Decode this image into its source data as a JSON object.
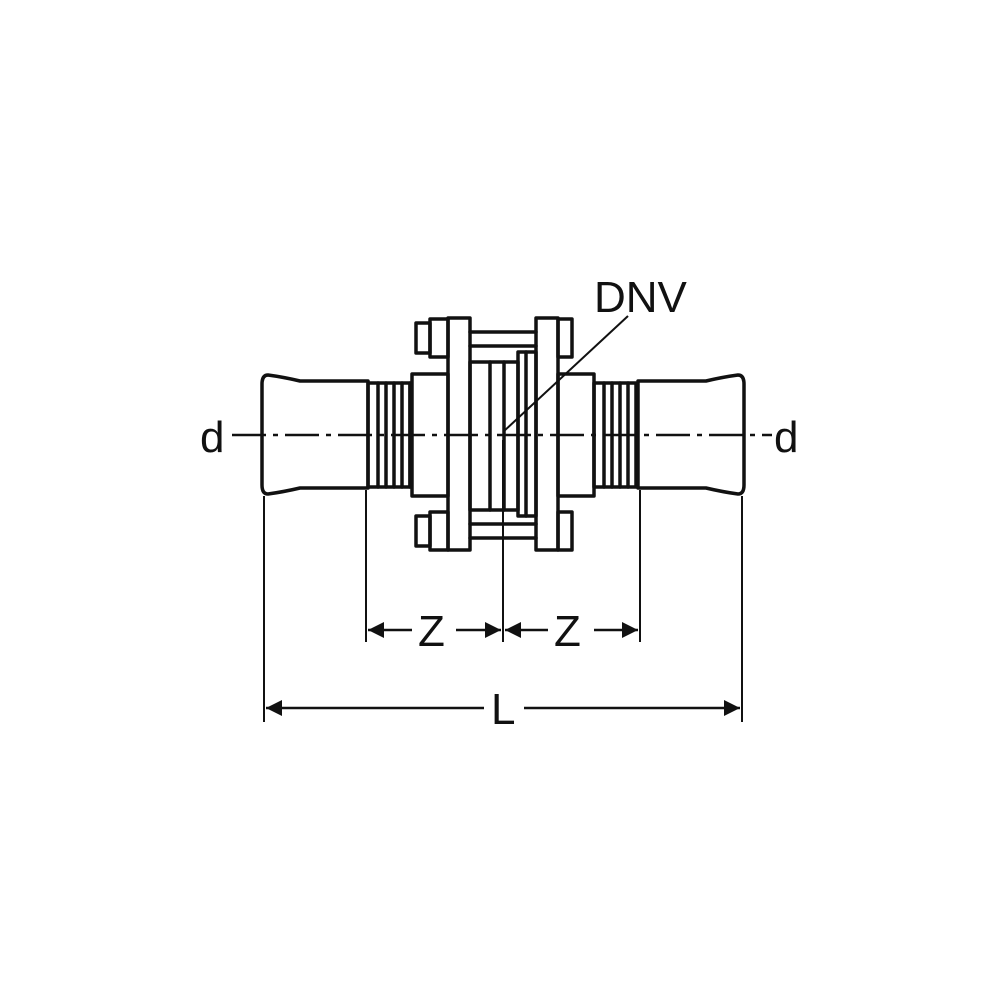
{
  "diagram": {
    "labels": {
      "d_left": "d",
      "d_right": "d",
      "dnv": "DNV",
      "z_left": "Z",
      "z_right": "Z",
      "length": "L"
    },
    "colors": {
      "stroke": "#111111",
      "background": "#ffffff"
    }
  }
}
